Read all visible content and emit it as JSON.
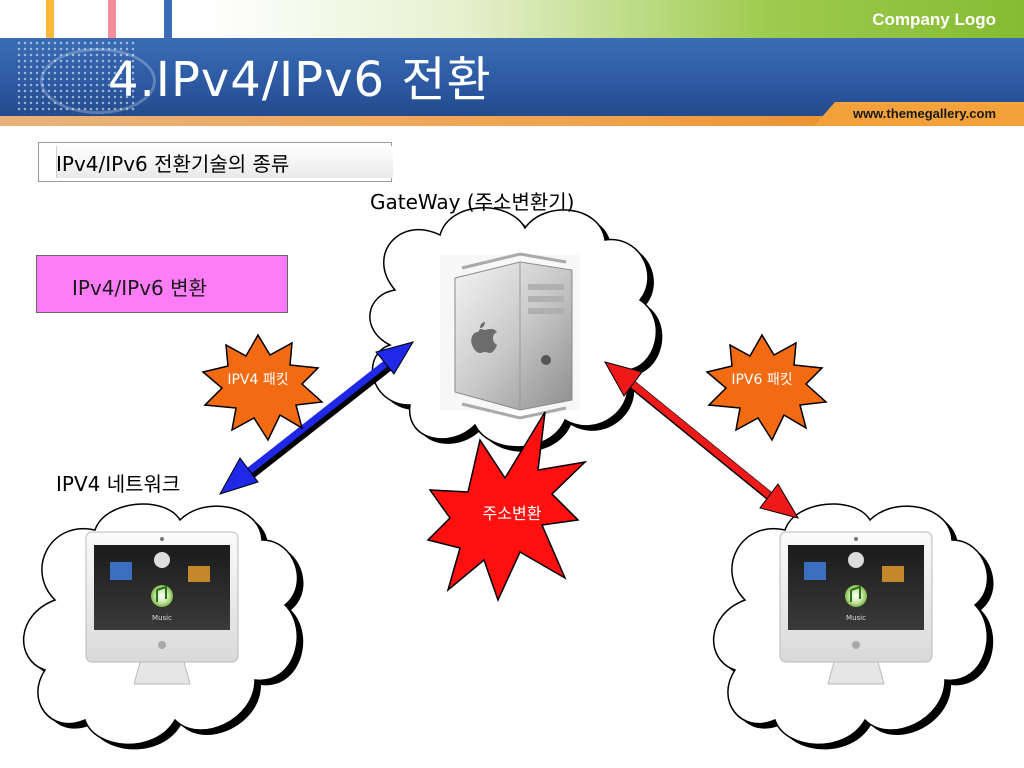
{
  "header": {
    "title": "4.IPv4/IPv6 전환",
    "company_logo": "Company Logo",
    "url": "www.themegallery.com"
  },
  "colors": {
    "header_blue": "#2d5aa3",
    "accent_orange": "#f3a13b",
    "pink_box": "#ff7cf7",
    "burst_orange": "#f26a12",
    "burst_red": "#ff1010",
    "arrow_blue": "#1f28e6",
    "arrow_red": "#ee1a1a"
  },
  "subtitle": "IPv4/IPv6 전환기술의 종류",
  "gateway_label": "GateWay (주소변환기)",
  "conversion_box": "IPv4/IPv6 변환",
  "ipv4_packet": "IPV4 패킷",
  "ipv6_packet": "IPV6 패킷",
  "address_conversion": "주소변환",
  "ipv4_network": "IPV4 네트워크",
  "screen_label_left": "Music",
  "screen_label_right": "Music",
  "icons": {
    "gateway": "server-tower-icon",
    "computer": "desktop-computer-icon",
    "cloud": "cloud-shape",
    "apple": "apple-logo-icon"
  }
}
